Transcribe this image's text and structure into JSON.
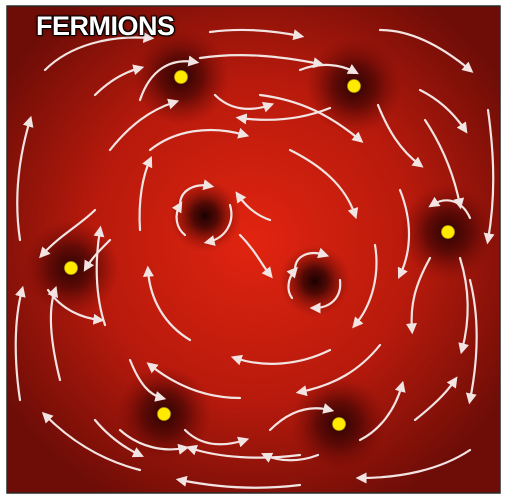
{
  "title": "FERMIONS",
  "colors": {
    "background_center": "#e12410",
    "background_edge": "#6e0d07",
    "well": "#2a0302",
    "streamline": "#f2e4e2",
    "particle": "#ffea00",
    "border": "#2a2a2a"
  },
  "icons": {
    "particle": "yellow-dot",
    "vortex": "dark-vortex-core",
    "flow": "streamline-arrow"
  },
  "particle_count": 6,
  "vortex_count": 2
}
